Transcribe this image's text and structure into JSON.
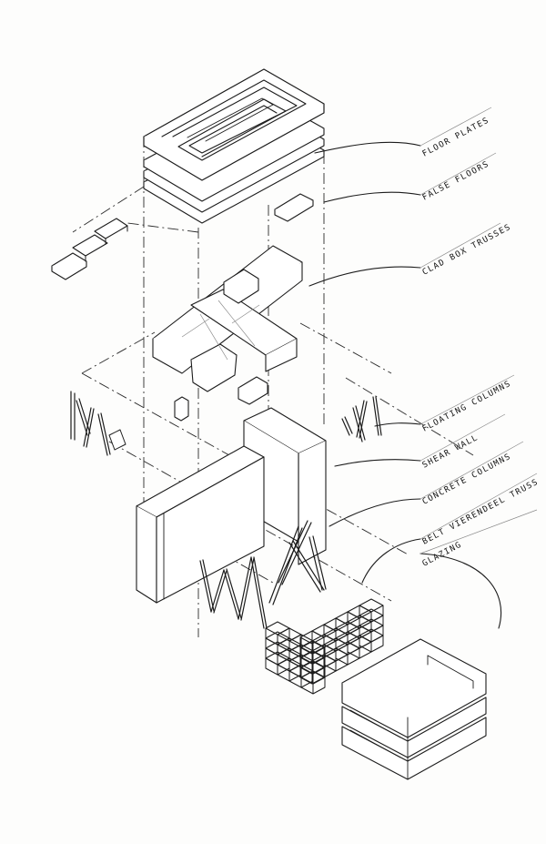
{
  "labels": {
    "floor_plates": "FLOOR PLATES",
    "false_floors": "FALSE FLOORS",
    "clad_box_trusses": "CLAD BOX TRUSSES",
    "floating_columns": "FLOATING COLUMNS",
    "shear_wall": "SHEAR WALL",
    "concrete_columns": "CONCRETE COLUMNS",
    "belt_vierendeel_truss": "BELT VIERENDEEL TRUSS",
    "glazing": "GLAZING"
  },
  "colors": {
    "ink": "#1c1c1c",
    "paper": "#fdfdfc"
  }
}
